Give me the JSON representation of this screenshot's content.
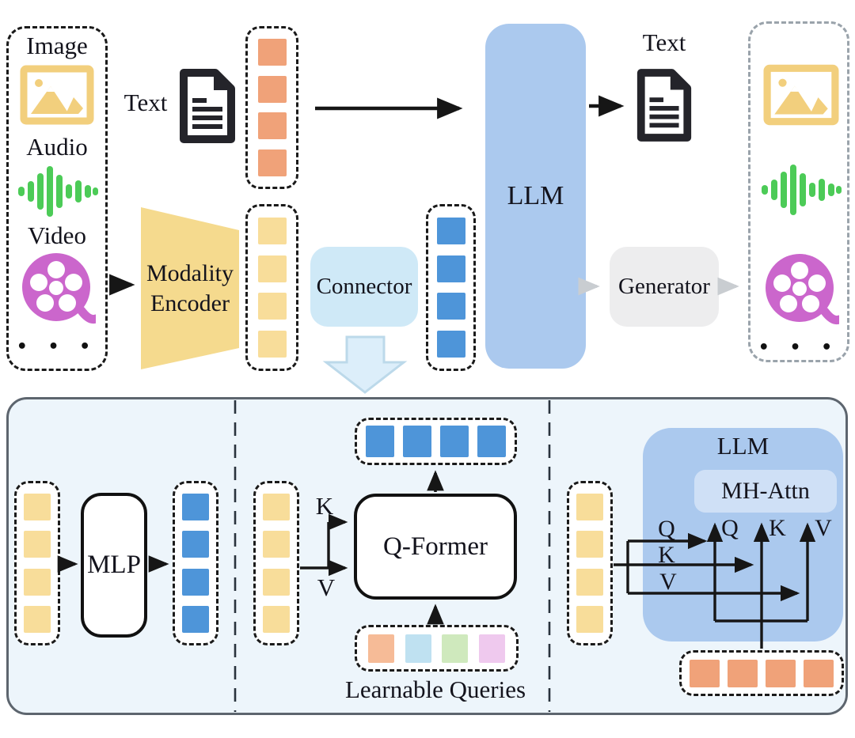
{
  "top": {
    "input_box": {
      "image_label": "Image",
      "audio_label": "Audio",
      "video_label": "Video",
      "ellipsis": "• • •"
    },
    "text_input_label": "Text",
    "modality_encoder": {
      "line1": "Modality",
      "line2": "Encoder"
    },
    "connector_label": "Connector",
    "llm_label": "LLM",
    "text_output_label": "Text",
    "generator_label": "Generator",
    "output_box": {
      "ellipsis": "• • •"
    }
  },
  "bottom": {
    "mlp": {
      "label": "MLP"
    },
    "qformer": {
      "label": "Q-Former",
      "k_label": "K",
      "v_label": "V",
      "queries_label": "Learnable Queries"
    },
    "cross_attn": {
      "llm_label": "LLM",
      "mh_attn_label": "MH-Attn",
      "q_in_label": "Q",
      "k_in_label": "K",
      "v_in_label": "V",
      "q_top_label": "Q",
      "k_top_label": "K",
      "v_top_label": "V"
    }
  },
  "colors": {
    "token_orange": "#f0a279",
    "token_yellow": "#f8dd9a",
    "token_blue": "#4e95d9",
    "lq_orange": "#f6bb97",
    "lq_blue": "#bfe1f1",
    "lq_green": "#cfe9bd",
    "lq_pink": "#efc9ee",
    "llm_fill": "#abc9ee",
    "mh_attn_fill": "#cfe0f6",
    "connector_fill": "#cfe9f7",
    "generator_fill": "#ededee",
    "encoder_fill": "#f5da8e",
    "panel_fill": "#edf5fb",
    "down_arrow_fill": "#dceefa",
    "down_arrow_stroke": "#bcd9ea",
    "audio_green": "#4ccb57",
    "reel_magenta": "#cb66cc",
    "image_icon_yellow": "#f2cf7d",
    "gray_arrow": "#c9cdd1"
  }
}
